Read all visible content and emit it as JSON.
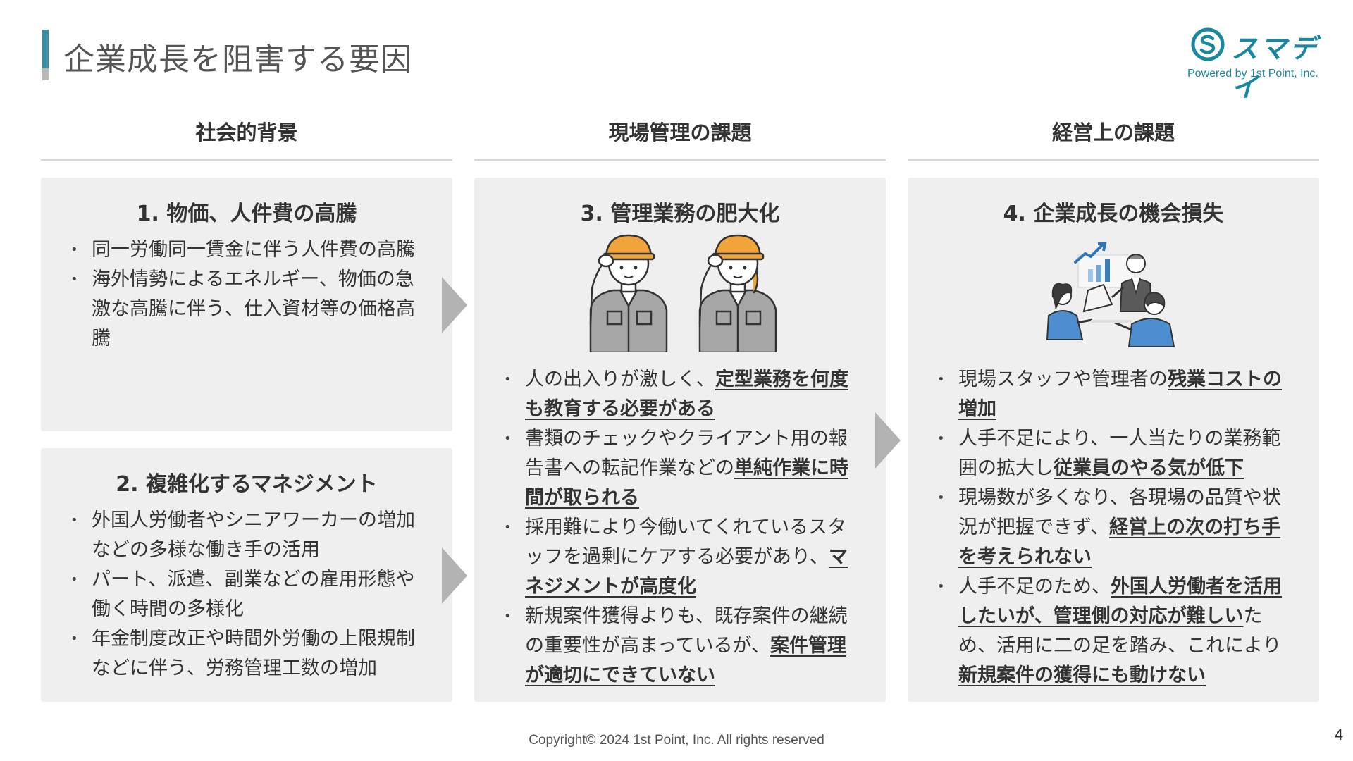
{
  "page": {
    "title": "企業成長を阻害する要因",
    "page_number": "4",
    "footer": "Copyright© 2024 1st Point, Inc. All rights reserved"
  },
  "logo": {
    "name": "スマデイ",
    "tagline": "Powered by 1st Point, Inc.",
    "color": "#17889e"
  },
  "columns": [
    {
      "header": "社会的背景"
    },
    {
      "header": "現場管理の課題"
    },
    {
      "header": "経営上の課題"
    }
  ],
  "cards": {
    "c1": {
      "title": "1. 物価、人件費の高騰",
      "bullets": [
        [
          {
            "t": "同一労働同一賃金に伴う人件費の高騰"
          }
        ],
        [
          {
            "t": "海外情勢によるエネルギー、物価の急激な高騰に伴う、仕入資材等の価格高騰"
          }
        ]
      ]
    },
    "c2": {
      "title": "2. 複雑化するマネジメント",
      "bullets": [
        [
          {
            "t": "外国人労働者やシニアワーカーの増加などの多様な働き手の活用"
          }
        ],
        [
          {
            "t": "パート、派遣、副業などの雇用形態や働く時間の多様化"
          }
        ],
        [
          {
            "t": "年金制度改正や時間外労働の上限規制などに伴う、労務管理工数の増加"
          }
        ]
      ]
    },
    "c3": {
      "title": "3. 管理業務の肥大化",
      "illustration": "two-workers-with-helmets",
      "bullets": [
        [
          {
            "t": "人の出入りが激しく、"
          },
          {
            "t": "定型業務を何度も教育する必要がある",
            "em": true
          }
        ],
        [
          {
            "t": "書類のチェックやクライアント用の報告書への転記作業などの"
          },
          {
            "t": "単純作業に時間が取られる",
            "em": true
          }
        ],
        [
          {
            "t": "採用難により今働いてくれているスタッフを過剰にケアする必要があり、"
          },
          {
            "t": "マネジメントが高度化",
            "em": true
          }
        ],
        [
          {
            "t": "新規案件獲得よりも、既存案件の継続の重要性が高まっているが、"
          },
          {
            "t": "案件管理が適切にできていない",
            "em": true
          }
        ]
      ]
    },
    "c4": {
      "title": "4. 企業成長の機会損失",
      "illustration": "business-meeting-growth-chart",
      "bullets": [
        [
          {
            "t": "現場スタッフや管理者の"
          },
          {
            "t": "残業コストの増加",
            "em": true
          }
        ],
        [
          {
            "t": "人手不足により、一人当たりの業務範囲の拡大し"
          },
          {
            "t": "従業員のやる気が低下",
            "em": true
          }
        ],
        [
          {
            "t": "現場数が多くなり、各現場の品質や状況が把握できず、"
          },
          {
            "t": "経営上の次の打ち手を考えられない",
            "em": true
          }
        ],
        [
          {
            "t": "人手不足のため、"
          },
          {
            "t": "外国人労働者を活用したいが、管理側の対応が難しい",
            "em": true
          },
          {
            "t": "ため、活用に二の足を踏み、これにより"
          },
          {
            "t": "新規案件の獲得にも動けない",
            "em": true
          }
        ]
      ]
    }
  },
  "colors": {
    "accent": "#3b8ea5",
    "card_bg": "#efefef",
    "arrow": "#b3b3b3",
    "helmet": "#f0a43a"
  }
}
